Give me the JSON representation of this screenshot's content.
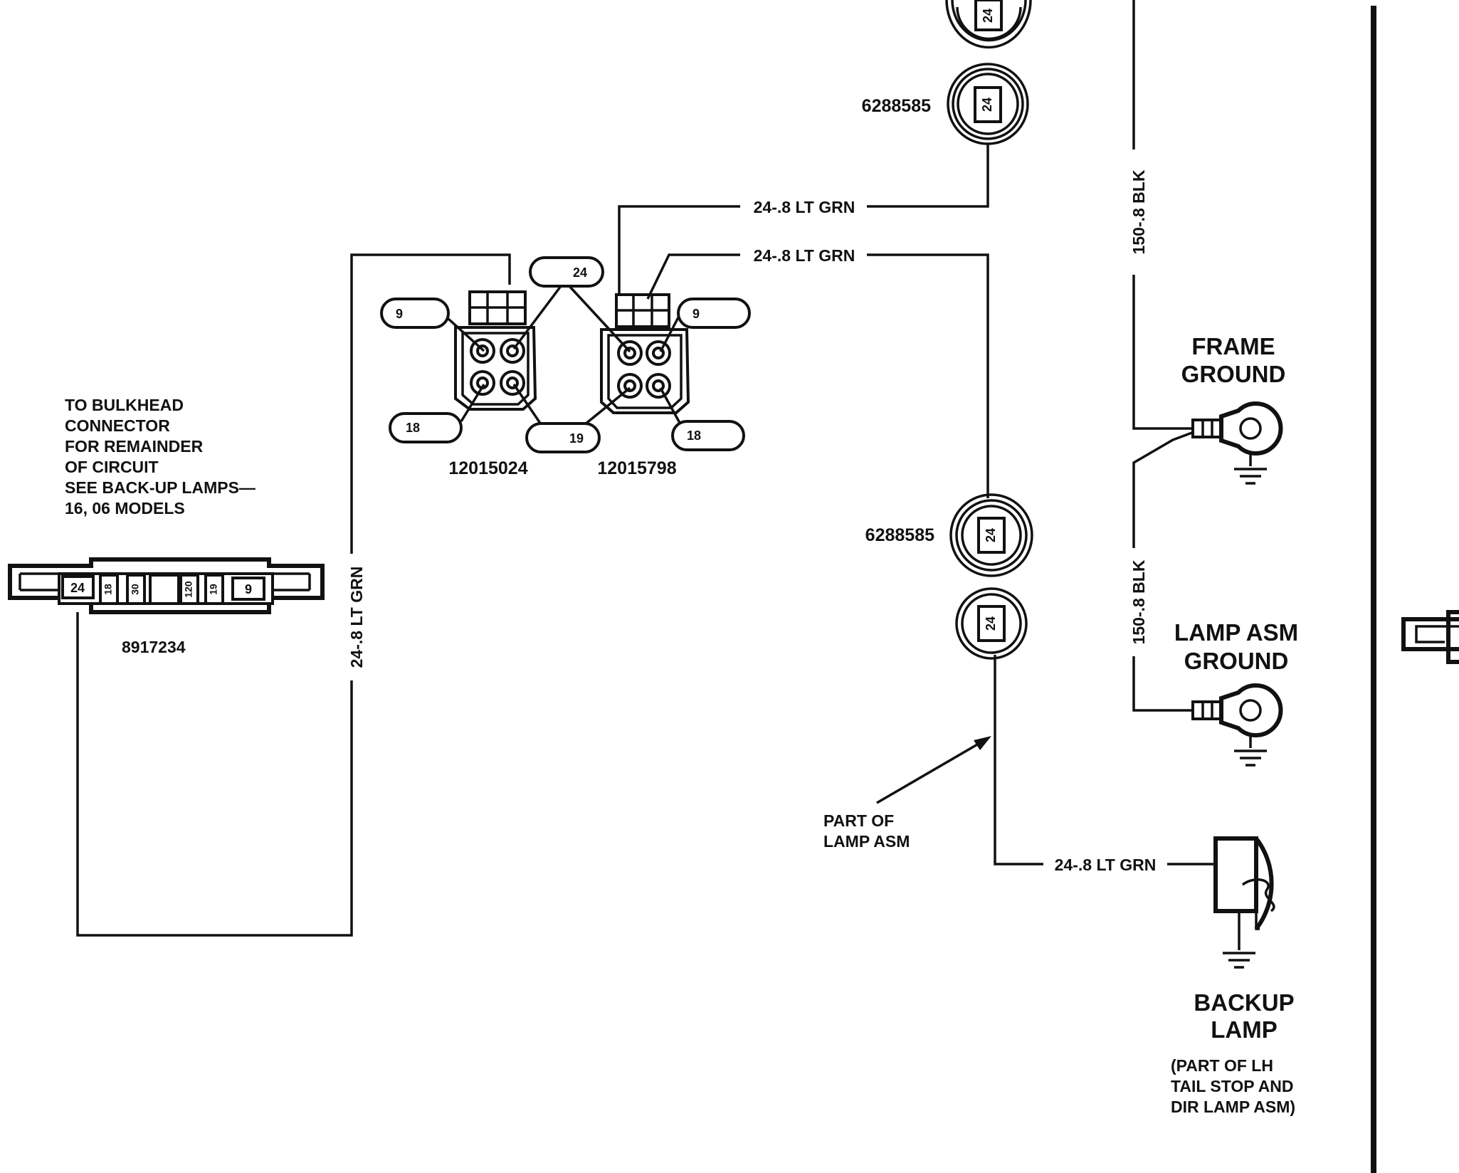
{
  "bulkhead": {
    "note": [
      "TO BULKHEAD",
      "CONNECTOR",
      "FOR REMAINDER",
      "OF CIRCUIT",
      "SEE BACK-UP LAMPS—",
      "16, 06 MODELS"
    ],
    "part_number": "8917234",
    "pins": [
      "24",
      "18",
      "30",
      "120",
      "19",
      "9"
    ]
  },
  "wires": {
    "left_vertical": "24-.8 LT GRN",
    "top_upper": "24-.8 LT GRN",
    "top_lower": "24-.8 LT GRN",
    "lamp_feed": "24-.8 LT GRN",
    "ground_upper": "150-.8 BLK",
    "ground_lower": "150-.8 BLK"
  },
  "connectors": {
    "left_part": "12015024",
    "right_part": "12015798",
    "callouts": {
      "c9_left": "9",
      "c24": "24",
      "c9_right": "9",
      "c18_left": "18",
      "c19": "19",
      "c18_right": "18"
    }
  },
  "inline_connectors": {
    "top_part": "6288585",
    "bottom_part": "6288585",
    "pin": "24"
  },
  "grounds": {
    "frame": [
      "FRAME",
      "GROUND"
    ],
    "lamp_asm": [
      "LAMP ASM",
      "GROUND"
    ]
  },
  "lamp": {
    "part_of_note": [
      "PART OF",
      "LAMP ASM"
    ],
    "title": [
      "BACKUP",
      "LAMP"
    ],
    "note": [
      "(PART OF LH",
      "TAIL  STOP AND",
      "DIR LAMP ASM)"
    ]
  }
}
